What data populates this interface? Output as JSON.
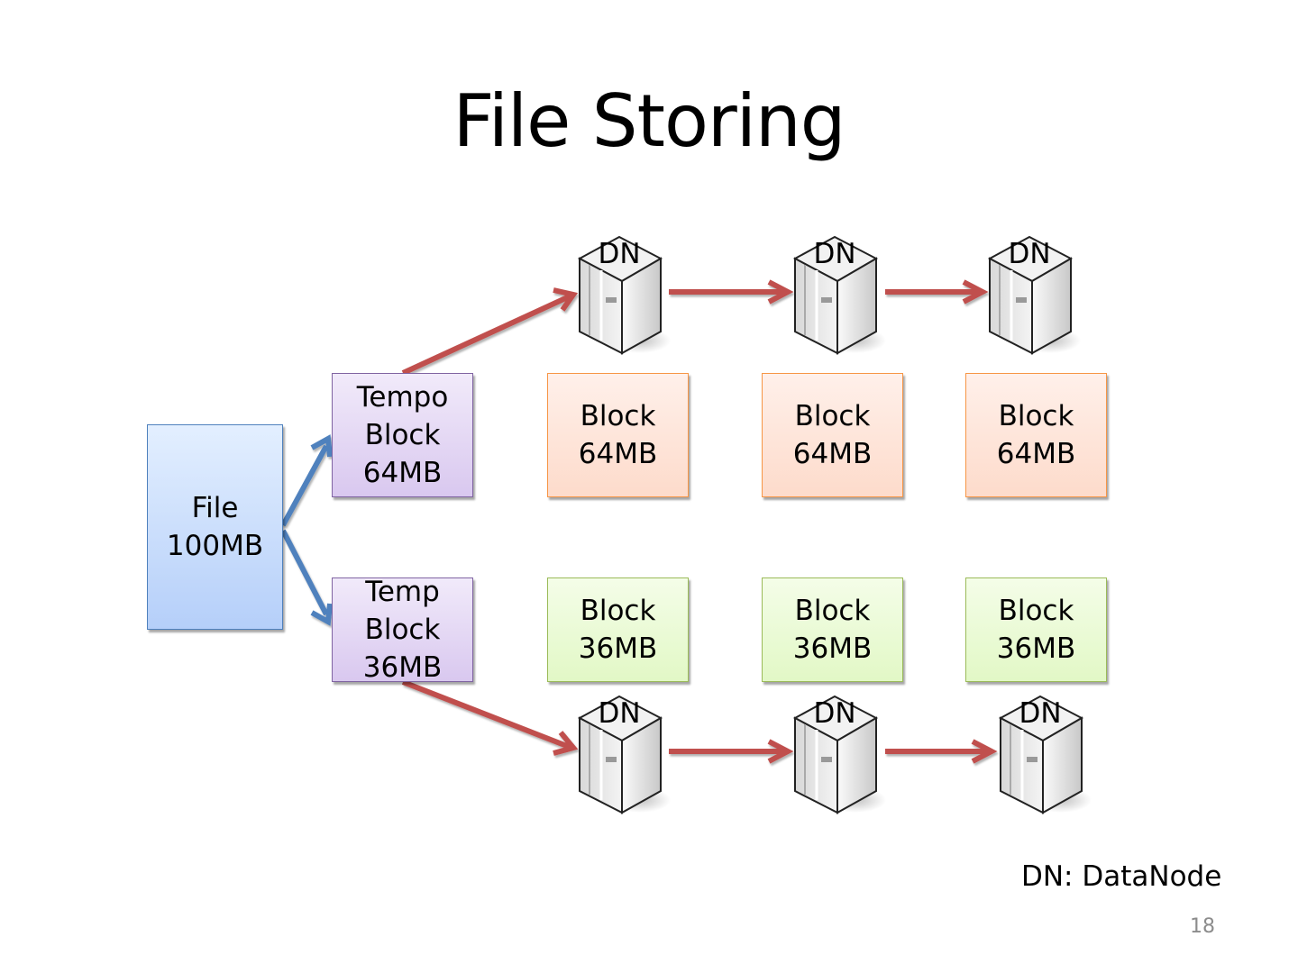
{
  "slide": {
    "title": "File Storing",
    "page_number": "18",
    "legend": "DN: DataNode"
  },
  "file": {
    "line1": "File",
    "line2": "100MB"
  },
  "temp_blocks": [
    {
      "line1": "Tempo",
      "line2": "Block",
      "line3": "64MB"
    },
    {
      "line1": "Temp",
      "line2": "Block",
      "line3": "36MB"
    }
  ],
  "blocks_64": [
    {
      "line1": "Block",
      "line2": "64MB"
    },
    {
      "line1": "Block",
      "line2": "64MB"
    },
    {
      "line1": "Block",
      "line2": "64MB"
    }
  ],
  "blocks_36": [
    {
      "line1": "Block",
      "line2": "36MB"
    },
    {
      "line1": "Block",
      "line2": "36MB"
    },
    {
      "line1": "Block",
      "line2": "36MB"
    }
  ],
  "datanodes_top": [
    {
      "label": "DN"
    },
    {
      "label": "DN"
    },
    {
      "label": "DN"
    }
  ],
  "datanodes_bottom": [
    {
      "label": "DN"
    },
    {
      "label": "DN"
    },
    {
      "label": "DN"
    }
  ],
  "colors": {
    "split_arrow": "#4f81bd",
    "replication_arrow": "#c0504d",
    "file_border": "#4f81bd",
    "temp_border": "#8064a2",
    "block64_border": "#f79646",
    "block36_border": "#9bbb59"
  }
}
